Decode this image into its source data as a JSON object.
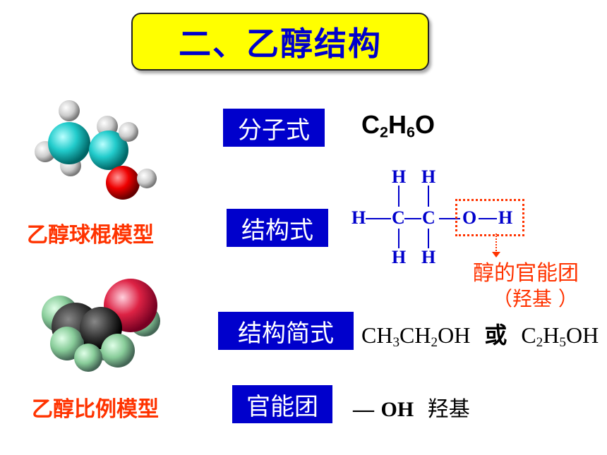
{
  "title": "二、乙醇结构",
  "labels": {
    "molecular_formula": "分子式",
    "structural_formula": "结构式",
    "condensed_formula": "结构简式",
    "functional_group": "官能团"
  },
  "models": {
    "ball_stick": "乙醇球棍模型",
    "space_filling": "乙醇比例模型"
  },
  "molecular_formula": {
    "c": "C",
    "c_n": "2",
    "h": "H",
    "h_n": "6",
    "o": "O"
  },
  "structure": {
    "H": "H",
    "C": "C",
    "O": "O"
  },
  "annotation": {
    "line1": "醇的官能团",
    "line2": "（羟基 ）"
  },
  "condensed": {
    "f1_a": "CH",
    "f1_a_n": "3",
    "f1_b": "CH",
    "f1_b_n": "2",
    "f1_c": "OH",
    "or": "或",
    "f2_a": "C",
    "f2_a_n": "2",
    "f2_b": "H",
    "f2_b_n": "5",
    "f2_c": "OH"
  },
  "group": {
    "dash": "—",
    "formula": "OH",
    "name": "羟基"
  },
  "colors": {
    "title_bg": "#ffff00",
    "label_bg": "#0000cc",
    "accent": "#ff3300",
    "structure": "#0000cc"
  }
}
